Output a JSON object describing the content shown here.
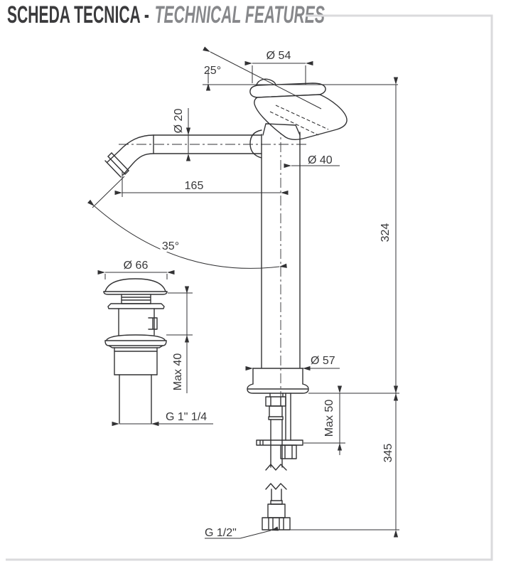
{
  "title": {
    "primary": "SCHEDA TECNICA -",
    "secondary": "TECHNICAL FEATURES"
  },
  "drawing": {
    "labels": {
      "angle_top": "25°",
      "dia_handle": "Ø 54",
      "dia_spout": "Ø 20",
      "reach": "165",
      "dia_body": "Ø 40",
      "height_spout": "324",
      "swivel": "35°",
      "dia_drain_cap": "Ø 66",
      "drain_max": "Max 40",
      "drain_thread": "G 1\" 1/4",
      "dia_base": "Ø 57",
      "deck_max": "Max 50",
      "below_deck": "345",
      "supply_thread": "G 1/2\""
    },
    "colors": {
      "line": "#323234",
      "frame": "#dadadc",
      "title_primary": "#3b3b3d",
      "title_secondary": "#87888b"
    }
  }
}
